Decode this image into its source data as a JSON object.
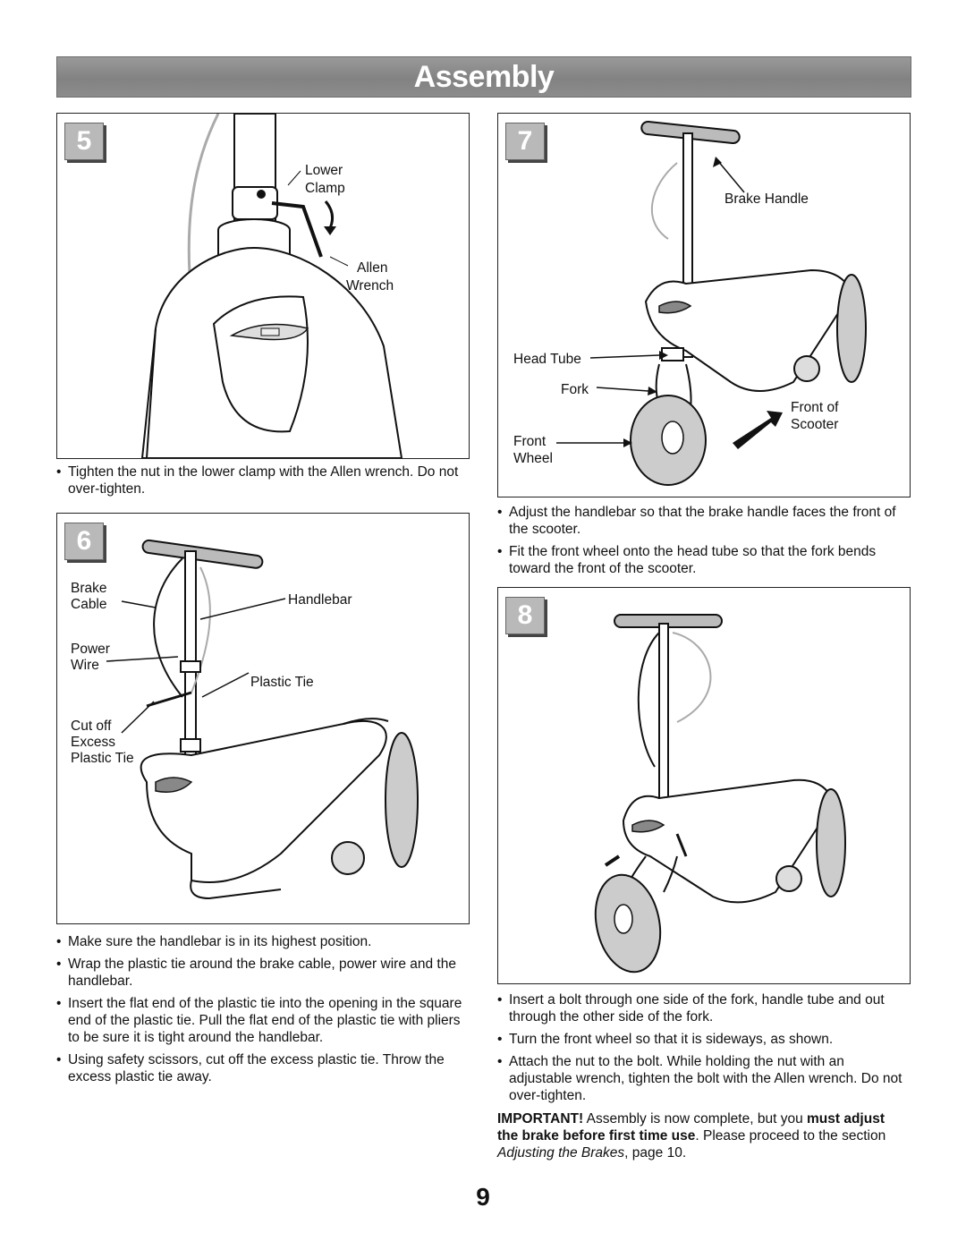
{
  "header": {
    "title": "Assembly"
  },
  "step5": {
    "number": "5",
    "labels": {
      "lower": "Lower",
      "clamp": "Clamp",
      "allen": "Allen",
      "wrench": "Wrench"
    },
    "bullets": [
      "Tighten the nut in the lower clamp with the Allen wrench. Do not over-tighten."
    ]
  },
  "step6": {
    "number": "6",
    "labels": {
      "brake": "Brake",
      "cable": "Cable",
      "handlebar": "Handlebar",
      "power": "Power",
      "wire": "Wire",
      "plastic_tie": "Plastic Tie",
      "cut_off": "Cut off",
      "excess": "Excess",
      "plastic_tie2": "Plastic Tie"
    },
    "bullets": [
      "Make sure the handlebar is in its highest position.",
      "Wrap the plastic tie around the brake cable, power wire and the handlebar.",
      "Insert the flat end of the plastic tie into the opening in the square end of the plastic tie. Pull the flat end of the plastic tie with pliers to be sure it is tight around the handlebar.",
      "Using safety scissors, cut off the excess plastic tie. Throw the excess plastic tie away."
    ]
  },
  "step7": {
    "number": "7",
    "labels": {
      "brake_handle": "Brake Handle",
      "head_tube": "Head Tube",
      "fork": "Fork",
      "front_of": "Front of",
      "scooter": "Scooter",
      "front": "Front",
      "wheel": "Wheel"
    },
    "bullets": [
      "Adjust the handlebar so that the brake handle faces the front of the scooter.",
      "Fit the front wheel onto the head tube so that the fork bends toward the front of the scooter."
    ]
  },
  "step8": {
    "number": "8",
    "bullets": [
      "Insert a bolt through one side of the fork, handle tube and out through the other side of the fork.",
      "Turn the front wheel so that it is sideways, as shown.",
      "Attach the nut to the bolt. While holding the nut with an adjustable wrench, tighten the bolt with the Allen wrench. Do not over-tighten."
    ]
  },
  "important": {
    "lead": "IMPORTANT!",
    "text1": " Assembly is now complete, but you ",
    "bold1": "must adjust the brake before first time use",
    "text2": ". Please proceed to the section ",
    "italic": "Adjusting the Brakes",
    "text3": ", page 10."
  },
  "page": {
    "number": "9"
  }
}
